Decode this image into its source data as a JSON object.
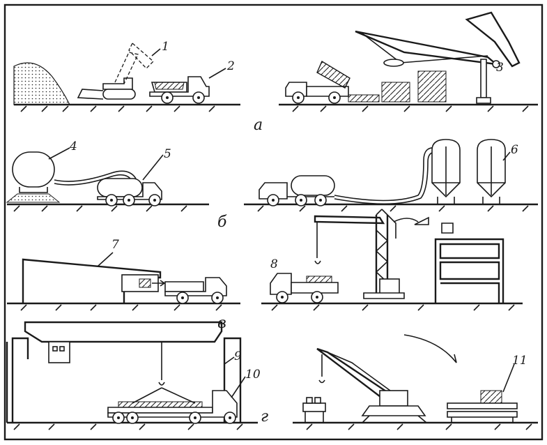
{
  "figure": {
    "panels": [
      {
        "letter": "а",
        "labels": [
          "1",
          "2",
          "3"
        ]
      },
      {
        "letter": "б",
        "labels": [
          "4",
          "5",
          "6"
        ]
      },
      {
        "letter": "в",
        "labels": [
          "7",
          "8"
        ]
      },
      {
        "letter": "г",
        "labels": [
          "9",
          "10",
          "11"
        ]
      }
    ]
  }
}
